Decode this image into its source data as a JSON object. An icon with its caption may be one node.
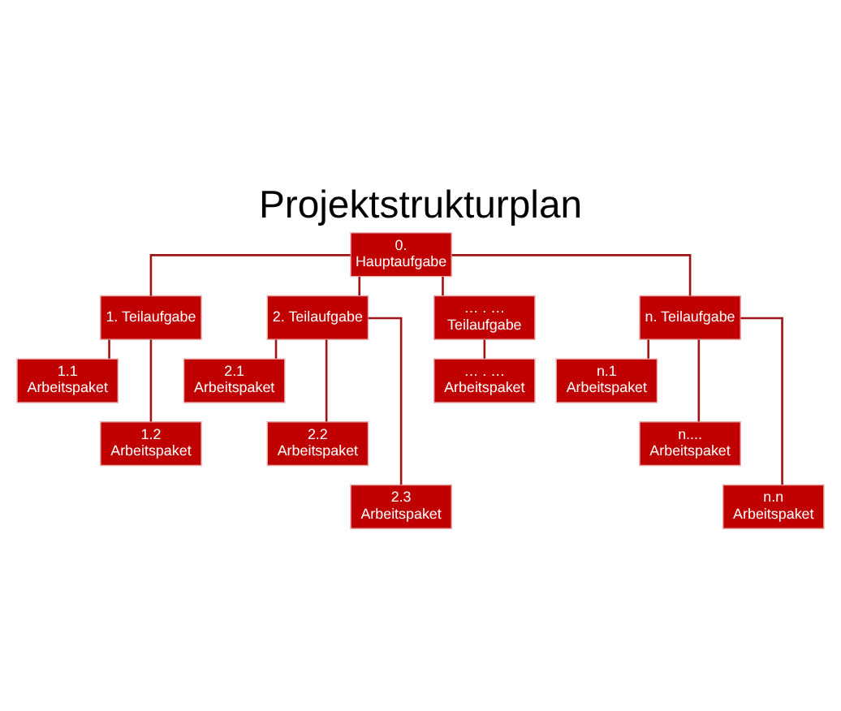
{
  "diagram": {
    "title": "Projektstrukturplan",
    "nodes": [
      {
        "text": [
          "0. Hauptaufgabe"
        ]
      },
      {
        "text": [
          "1. Teilaufgabe"
        ]
      },
      {
        "text": [
          "2. Teilaufgabe"
        ]
      },
      {
        "text": [
          "… . … Teilaufgabe"
        ]
      },
      {
        "text": [
          "n. Teilaufgabe"
        ]
      },
      {
        "text": [
          "1.1 Arbeitspaket"
        ]
      },
      {
        "text": [
          "1.2 Arbeitspaket"
        ]
      },
      {
        "text": [
          "2.1 Arbeitspaket"
        ]
      },
      {
        "text": [
          "2.2 Arbeitspaket"
        ]
      },
      {
        "text": [
          "2.3 Arbeitspaket"
        ]
      },
      {
        "text": [
          "… . … Arbeitspaket"
        ]
      },
      {
        "text": [
          "n.1 Arbeitspaket"
        ]
      },
      {
        "text": [
          "n.... Arbeitspaket"
        ]
      },
      {
        "text": [
          "n.n Arbeitspaket"
        ]
      }
    ],
    "edges": [
      {
        "from": 0,
        "to": 1,
        "arrow": "none"
      },
      {
        "from": 0,
        "to": 2,
        "arrow": "none"
      },
      {
        "from": 0,
        "to": 3,
        "arrow": "none"
      },
      {
        "from": 0,
        "to": 4,
        "arrow": "none"
      },
      {
        "from": 1,
        "to": 5,
        "arrow": "none"
      },
      {
        "from": 1,
        "to": 6,
        "arrow": "none"
      },
      {
        "from": 2,
        "to": 7,
        "arrow": "none"
      },
      {
        "from": 2,
        "to": 8,
        "arrow": "none"
      },
      {
        "from": 2,
        "to": 9,
        "arrow": "none"
      },
      {
        "from": 3,
        "to": 10,
        "arrow": "none"
      },
      {
        "from": 4,
        "to": 11,
        "arrow": "none"
      },
      {
        "from": 4,
        "to": 12,
        "arrow": "none"
      },
      {
        "from": 4,
        "to": 13,
        "arrow": "none"
      }
    ]
  }
}
